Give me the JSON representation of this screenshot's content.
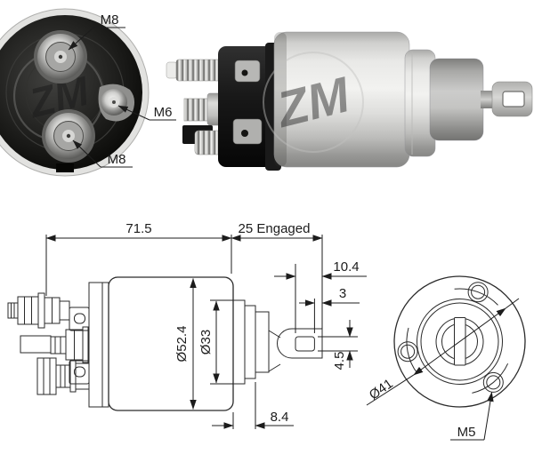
{
  "colors": {
    "ink": "#1c1c1c",
    "background": "#ffffff"
  },
  "watermark": {
    "text": "ZM"
  },
  "end_view": {
    "labels": {
      "top": "M8",
      "side": "M6",
      "bottom": "M8"
    }
  },
  "side_drawing": {
    "dimensions": {
      "overall_length": "71.5",
      "engaged_travel": "25 Engaged",
      "fork_depth": "10.4",
      "tip_thickness": "3",
      "body_diameter": "Ø52.4",
      "boss_diameter": "Ø33",
      "slot_height": "4.5",
      "boss_length": "8.4"
    }
  },
  "front_drawing": {
    "dimensions": {
      "bolt_circle": "Ø41",
      "mount_screw": "M5"
    }
  }
}
